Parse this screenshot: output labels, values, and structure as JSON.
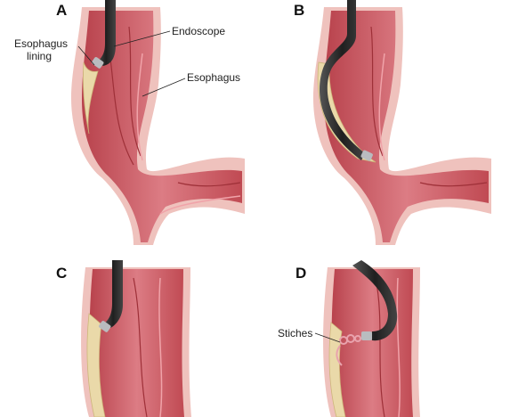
{
  "panels": [
    {
      "letter": "A",
      "label_endoscope": "Endoscope",
      "label_lining_1": "Esophagus",
      "label_lining_2": "lining",
      "label_esophagus": "Esophagus"
    },
    {
      "letter": "B"
    },
    {
      "letter": "C"
    },
    {
      "letter": "D",
      "label_stitches": "Stiches"
    }
  ],
  "colors": {
    "muscle": "#c9535c",
    "muscle_light": "#e8939a",
    "wall_outer": "#efc2bd",
    "lining": "#ead9a9",
    "lining_dark": "#cdb67a",
    "scope": "#2b2b2b",
    "scope_tip": "#b9bcbf"
  }
}
